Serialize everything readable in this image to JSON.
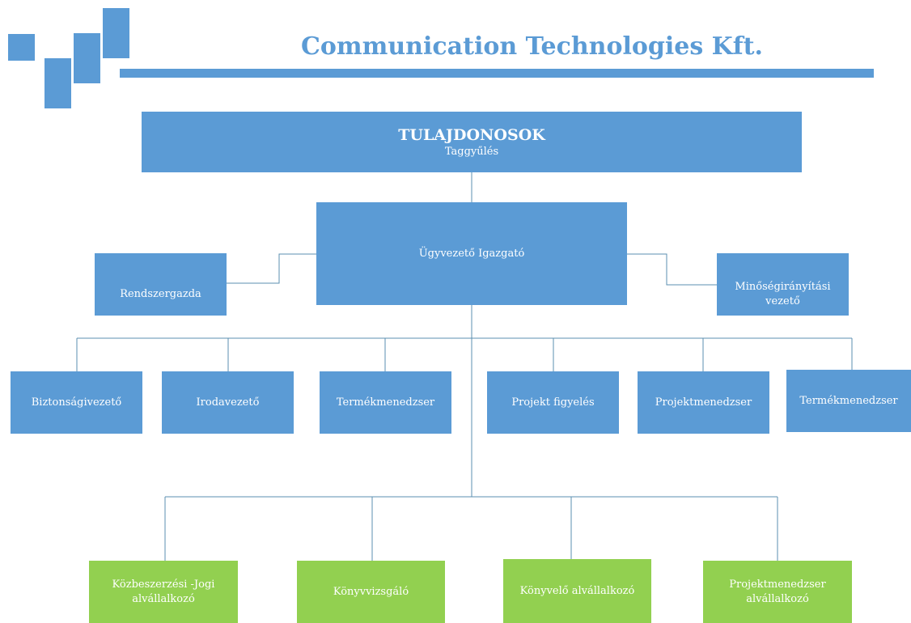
{
  "header": {
    "company_name": "Communication Technologies Kft."
  },
  "colors": {
    "blue": "#5b9bd5",
    "green": "#92d050",
    "line": "#5b8fb0"
  },
  "org": {
    "owners": {
      "title": "TULAJDONOSOK",
      "subtitle": "Taggyűlés"
    },
    "ceo": "Ügyvezető Igazgató",
    "side_left": "Rendszergazda",
    "side_right": [
      "Minőségirányítási",
      "vezető"
    ],
    "managers": [
      "Biztonságivezető",
      "Irodavezető",
      "Termékmenedzser",
      "Projekt figyelés",
      "Projektmenedzser",
      "Termékmenedzser"
    ],
    "subcontractors": [
      [
        "Közbeszerzési -Jogi",
        "alvállalkozó"
      ],
      [
        "Könyvvizsgáló"
      ],
      [
        "Könyvelő alvállalkozó"
      ],
      [
        "Projektmenedzser",
        "alvállalkozó"
      ]
    ]
  }
}
